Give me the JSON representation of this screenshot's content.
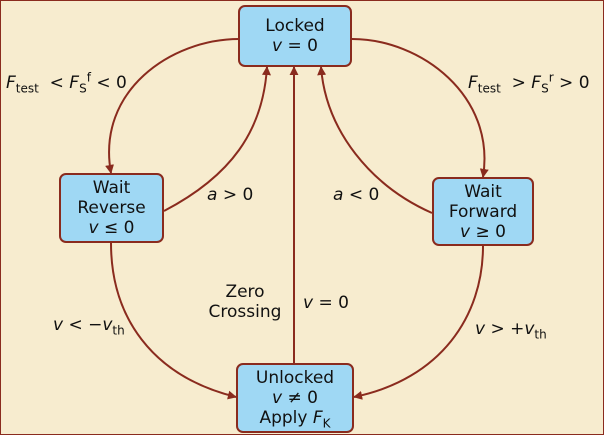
{
  "colors": {
    "background": "#f7eccf",
    "node_fill": "#9fd8f4",
    "edge": "#8a2b1e"
  },
  "nodes": {
    "locked": {
      "title": "Locked",
      "line2_var": "v",
      "line2_rest": " = 0"
    },
    "wait_reverse": {
      "title": "Wait",
      "title2": "Reverse",
      "line3_var": "v",
      "line3_rest": " ≤ 0"
    },
    "wait_forward": {
      "title": "Wait",
      "title2": "Forward",
      "line3_var": "v",
      "line3_rest": " ≥ 0"
    },
    "unlocked": {
      "title": "Unlocked",
      "line2_var": "v",
      "line2_rest": " ≠ 0",
      "line3_text": "Apply ",
      "line3_var": "F",
      "line3_sub": "K"
    }
  },
  "edges": {
    "locked_to_reverse": {
      "f": "F",
      "f_sub": "test",
      "mid": "  < ",
      "s": "F",
      "s_sub": "S",
      "s_sup": "f",
      "tail": " < 0"
    },
    "locked_to_forward": {
      "f": "F",
      "f_sub": "test",
      "mid": "  > ",
      "s": "F",
      "s_sub": "S",
      "s_sup": "r",
      "tail": " > 0"
    },
    "reverse_to_locked": {
      "var": "a",
      "rest": " > 0"
    },
    "forward_to_locked": {
      "var": "a",
      "rest": " < 0"
    },
    "zero_crossing": {
      "line1": "Zero",
      "line2": "Crossing"
    },
    "unlocked_to_locked": {
      "var": "v",
      "rest": " = 0"
    },
    "reverse_to_unlocked": {
      "var": "v",
      "rest": " < −",
      "var2": "v",
      "sub": "th"
    },
    "forward_to_unlocked": {
      "var": "v",
      "rest": " > +",
      "var2": "v",
      "sub": "th"
    }
  }
}
